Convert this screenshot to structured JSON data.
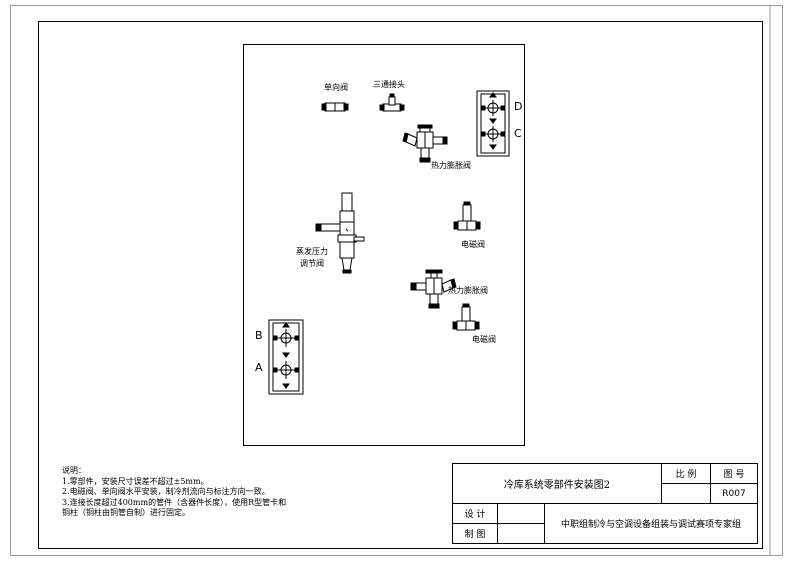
{
  "labels": {
    "check_valve": "单向阀",
    "tee_joint": "三通接头",
    "txv_top": "热力膨胀阀",
    "evap_pressure_regulator_line1": "蒸发压力",
    "evap_pressure_regulator_line2": "调节阀",
    "solenoid_valve_top": "电磁阀",
    "txv_bottom": "热力膨胀阀",
    "solenoid_valve_bottom": "电磁阀"
  },
  "plates": {
    "right_top": "D",
    "right_bottom": "C",
    "left_top": "B",
    "left_bottom": "A"
  },
  "notes": [
    "说明：",
    "1.零部件，安装尺寸误差不超过±5mm。",
    "2.电磁阀、单向阀水平安装，制冷剂流向与标注方向一致。",
    "3.连接长度超过400mm的管件（含器件长度），使用R型管卡和",
    "铜柱（铜柱由铜管自制）进行固定。"
  ],
  "title_block": {
    "title": "冷库系统零部件安装图2",
    "scale_label": "比 例",
    "drawing_no_label": "图 号",
    "drawing_no": "R007",
    "design_label": "设 计",
    "draft_label": "制 图",
    "organization": "中职组制冷与空调设备组装与调试赛项专家组"
  }
}
